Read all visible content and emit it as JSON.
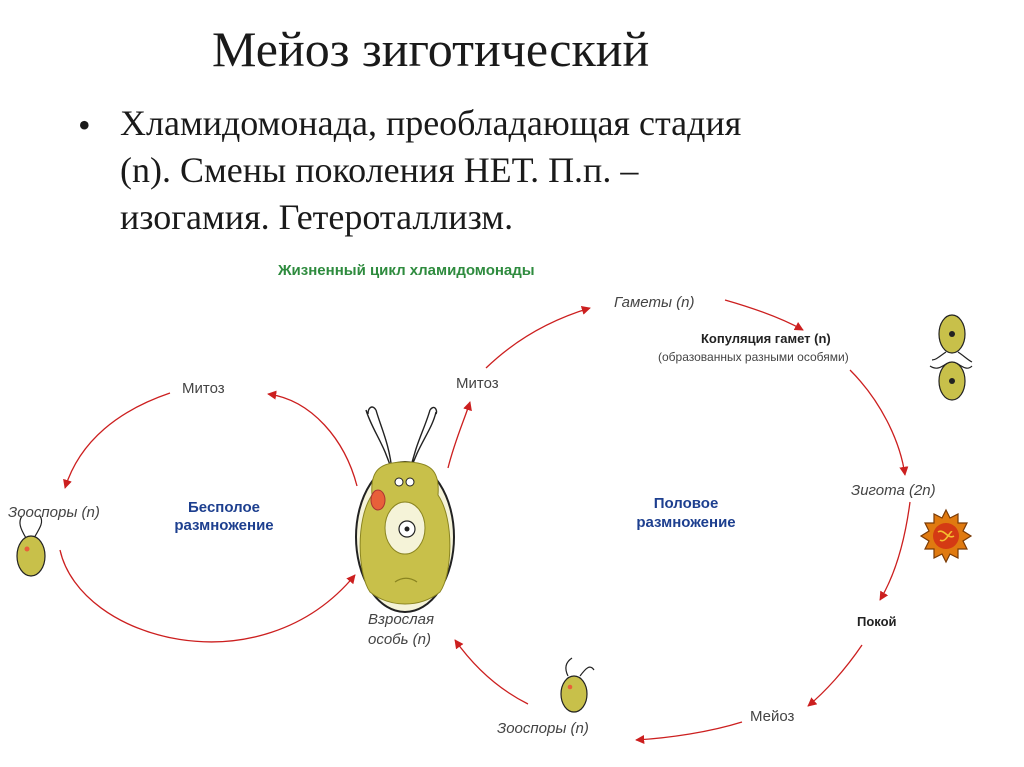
{
  "slide": {
    "title": "Мейоз зиготический",
    "bullet_symbol": "•",
    "bullet_lines": [
      "Хламидомонада, преобладающая стадия",
      "(n). Смены поколения НЕТ. П.п. –",
      "изогамия. Гетероталлизм."
    ]
  },
  "diagram": {
    "title": "Жизненный цикл хламидомонады",
    "asexual": {
      "line1": "Бесполое",
      "line2": "размножение"
    },
    "sexual": {
      "line1": "Половое",
      "line2": "размножение"
    },
    "mitosis_left": "Митоз",
    "mitosis_right": "Митоз",
    "zoospores_left": "Зооспоры (n)",
    "zoospores_bottom": "Зооспоры (n)",
    "adult_line1": "Взрослая",
    "adult_line2": "особь (n)",
    "gametes": "Гаметы (n)",
    "copulation_line1": "Копуляция гамет (n)",
    "copulation_line2": "(образованных разными особями)",
    "zygote": "Зигота (2n)",
    "rest": "Покой",
    "meiosis": "Мейоз"
  },
  "colors": {
    "arrow": "#cc1f1f",
    "title_green": "#2e8b3e",
    "label_blue": "#1d3f8f",
    "cell_fill": "#c8c04a",
    "zygote": "#e07a10"
  }
}
